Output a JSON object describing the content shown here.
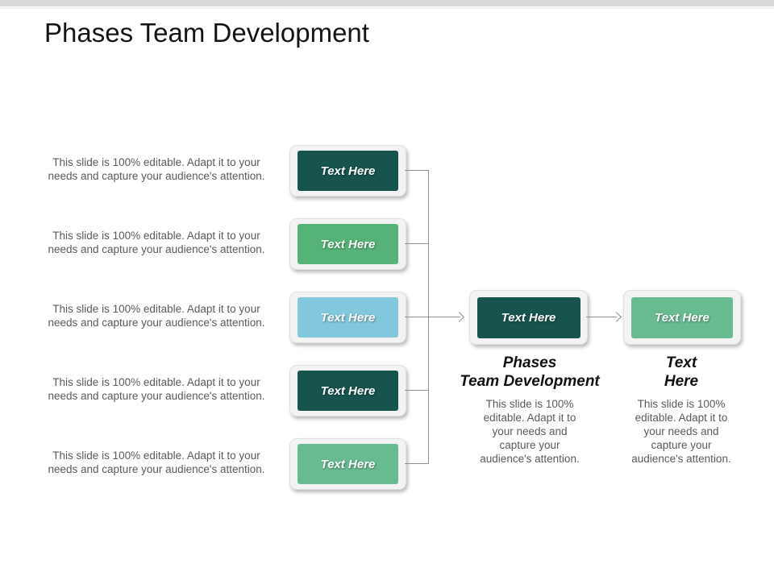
{
  "slide": {
    "title": "Phases Team Development",
    "box_label": "Text Here",
    "rows": [
      {
        "description": "This slide is 100% editable. Adapt it to your\nneeds and capture your audience's attention.",
        "box_label": "Text Here",
        "color": "#16544d"
      },
      {
        "description": "This slide is 100% editable. Adapt it to your\nneeds and capture your audience's attention.",
        "box_label": "Text Here",
        "color": "#55b377"
      },
      {
        "description": "This slide is 100% editable. Adapt it to your\nneeds and capture your audience's attention.",
        "box_label": "Text Here",
        "color": "#82c8dc"
      },
      {
        "description": "This slide is 100% editable. Adapt it to your\nneeds and capture your audience's attention.",
        "box_label": "Text Here",
        "color": "#16544d"
      },
      {
        "description": "This slide is 100% editable. Adapt it to your\nneeds and capture your audience's attention.",
        "box_label": "Text Here",
        "color": "#68bb90"
      }
    ],
    "result": {
      "box_label": "Text Here",
      "color": "#16544d",
      "heading": "Phases\nTeam Development",
      "description": "This slide is 100%\neditable. Adapt it to\nyour needs and\ncapture your\naudience's attention."
    },
    "outcome": {
      "box_label": "Text Here",
      "color": "#68bb90",
      "heading": "Text\nHere",
      "description": "This slide is 100%\neditable. Adapt it to\nyour needs and\ncapture your\naudience's attention."
    },
    "colors": {
      "top_bar": "#d9d9d9",
      "dark_teal": "#16544d",
      "green": "#55b377",
      "light_blue": "#82c8dc",
      "seafoam": "#68bb90",
      "connector_gray": "#8f8f8f",
      "body_text_gray": "#5a5a5a"
    }
  }
}
